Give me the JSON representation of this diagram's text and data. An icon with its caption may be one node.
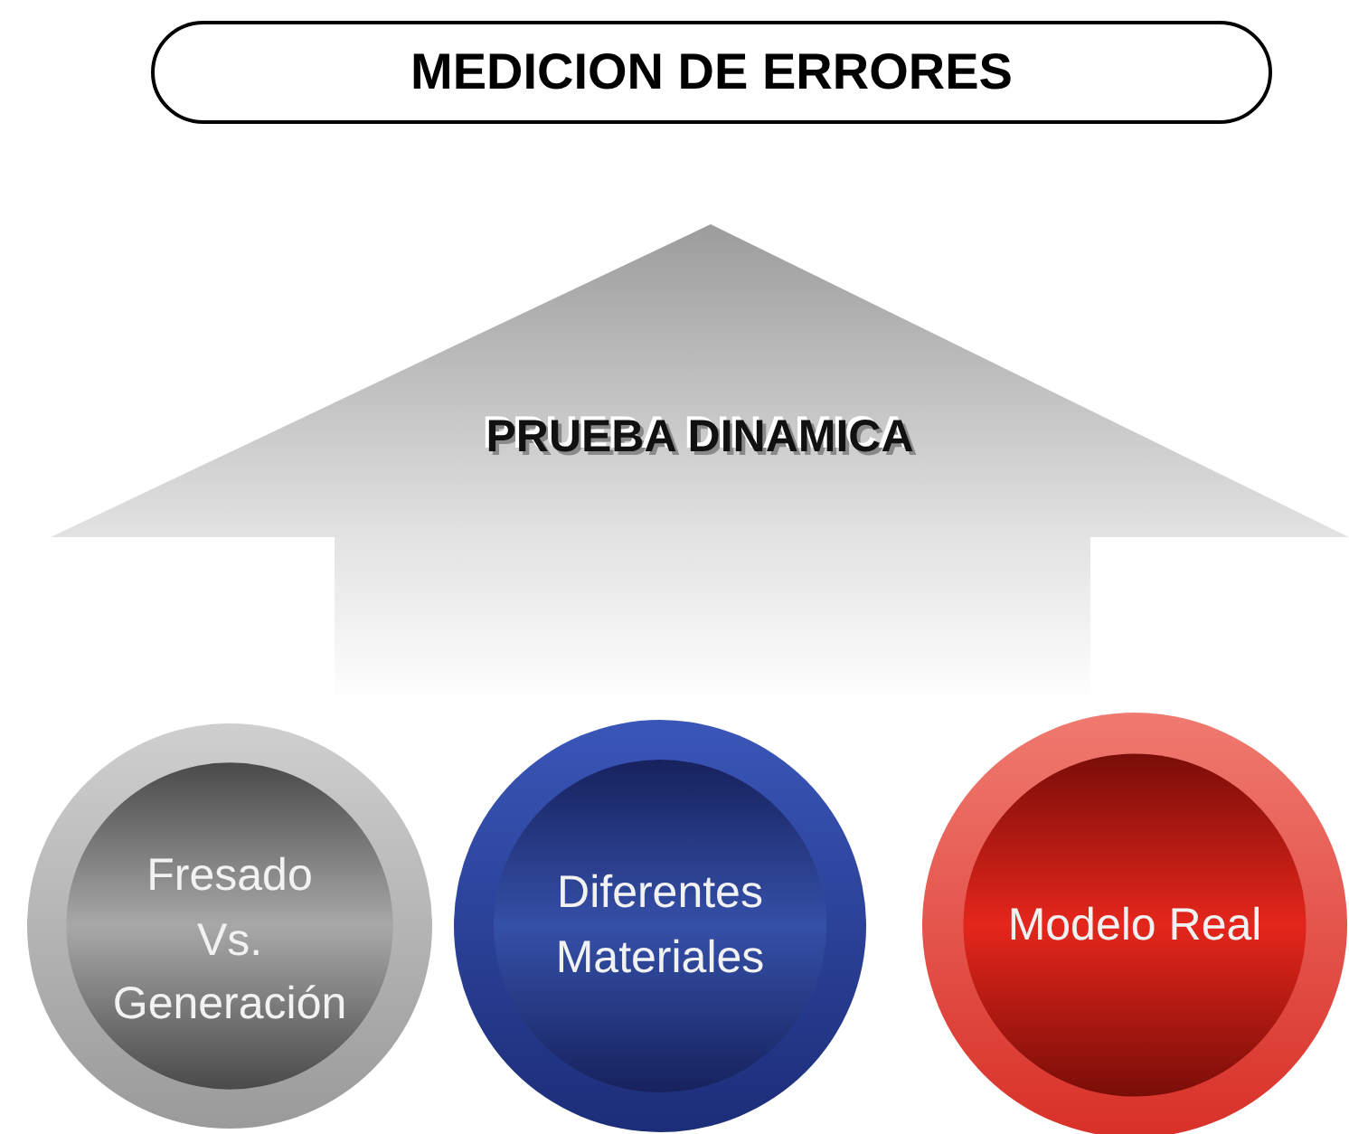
{
  "diagram": {
    "nodes": [
      {
        "text": [
          "MEDICION DE ERRORES"
        ]
      },
      {
        "text": [
          "PRUEBA DINAMICA"
        ]
      },
      {
        "text": [
          "Fresado Vs. Generación"
        ]
      },
      {
        "text": [
          "Diferentes Materiales"
        ]
      },
      {
        "text": [
          "Modelo Real"
        ]
      }
    ]
  }
}
